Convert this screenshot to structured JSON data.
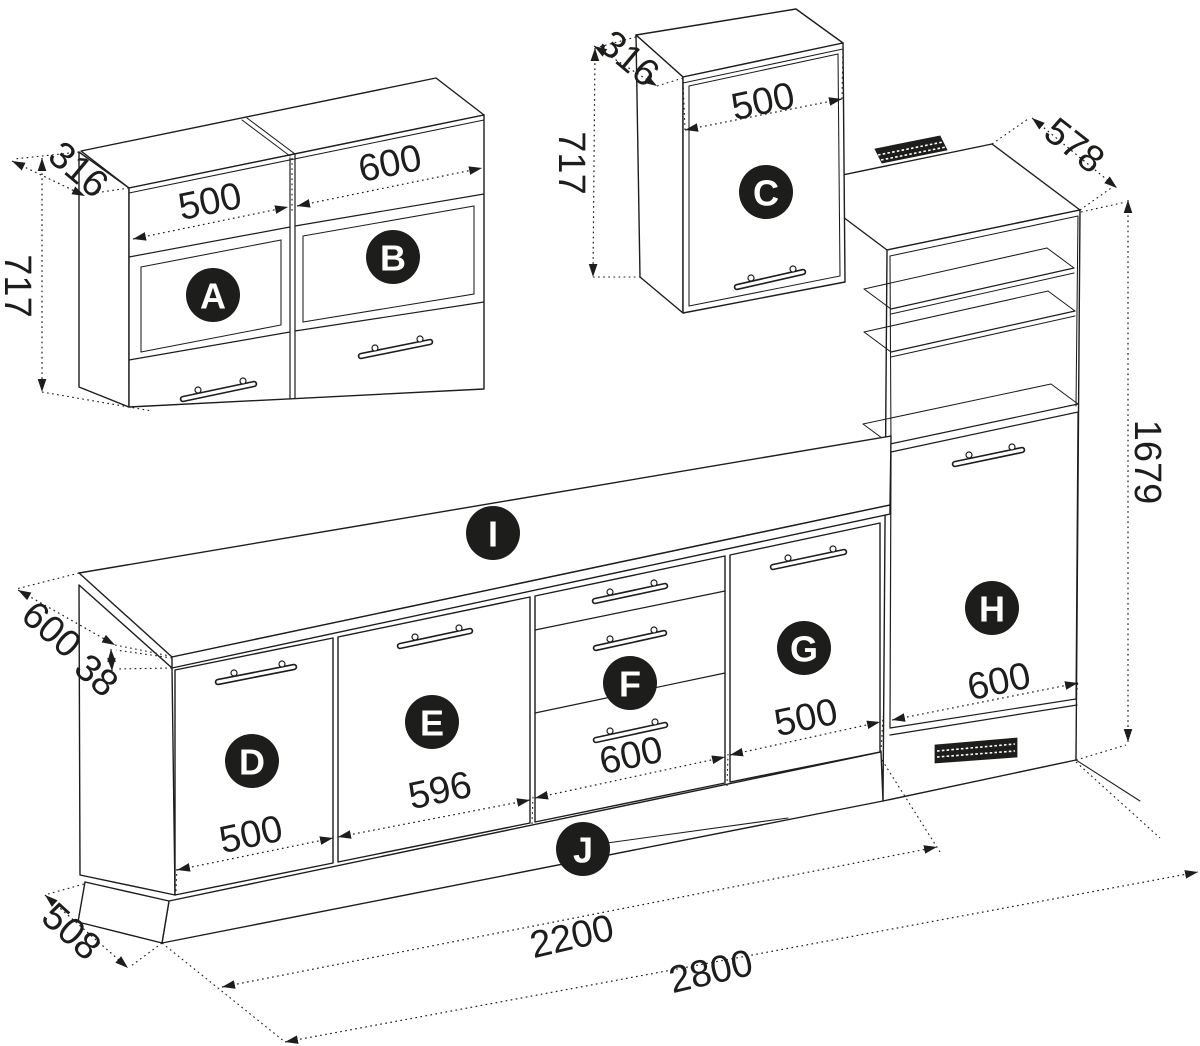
{
  "colors": {
    "line": "#1d1d1b",
    "background": "#ffffff",
    "badge_bg": "#1d1d1b",
    "badge_text": "#ffffff"
  },
  "badges": {
    "a": "A",
    "b": "B",
    "c": "C",
    "d": "D",
    "e": "E",
    "f": "F",
    "g": "G",
    "h": "H",
    "i": "I",
    "j": "J"
  },
  "dims": {
    "wall_height": "717",
    "wall_depth": "316",
    "a_width": "500",
    "b_width": "600",
    "c_height": "717",
    "c_depth": "316",
    "c_width": "500",
    "tall_depth": "578",
    "tall_height": "1679",
    "tall_width": "600",
    "base_depth": "600",
    "worktop_thickness": "38",
    "d_width": "500",
    "e_width": "596",
    "f_width": "600",
    "g_width": "500",
    "plinth_depth": "508",
    "run_length": "2200",
    "total_length": "2800"
  }
}
